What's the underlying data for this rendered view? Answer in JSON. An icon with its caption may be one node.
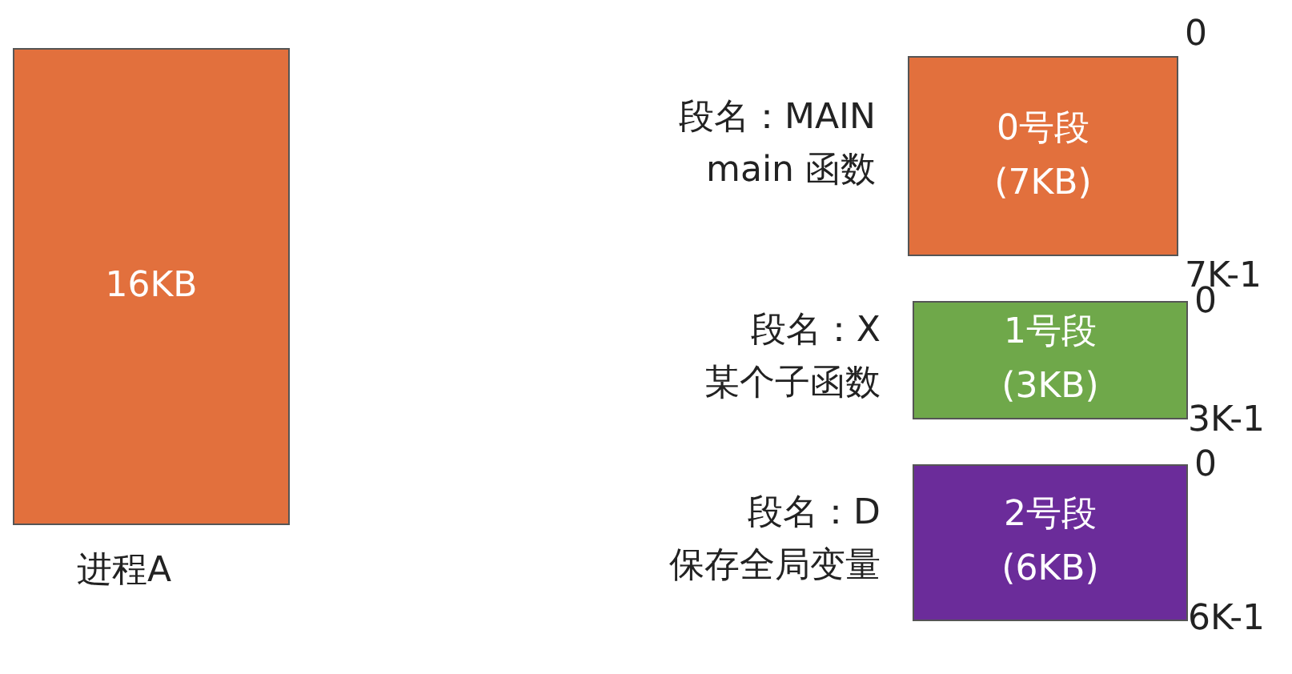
{
  "diagram": {
    "nodes": [
      {
        "text": [
          "16KB"
        ],
        "beside": [
          "进程A"
        ]
      },
      {
        "text": [
          "0号段 (7KB)"
        ],
        "beside": [
          "段名：MAIN main 函数",
          "0",
          "7K-1"
        ]
      },
      {
        "text": [
          "1号段 (3KB)"
        ],
        "beside": [
          "段名：X 某个子函数",
          "0",
          "3K-1"
        ]
      },
      {
        "text": [
          "2号段 (6KB)"
        ],
        "beside": [
          "段名：D 保存全局变量",
          "0",
          "6K-1"
        ]
      }
    ],
    "edges": []
  }
}
